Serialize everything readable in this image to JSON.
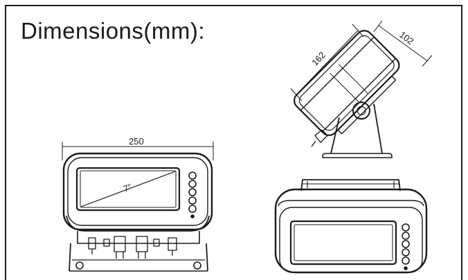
{
  "title": "Dimensions(mm):",
  "front_view": {
    "width_label": "250",
    "screen_label": "7\""
  },
  "side_view": {
    "length_label": "162",
    "depth_label": "102"
  },
  "colors": {
    "line": "#1a1a1a",
    "background": "#ffffff"
  }
}
